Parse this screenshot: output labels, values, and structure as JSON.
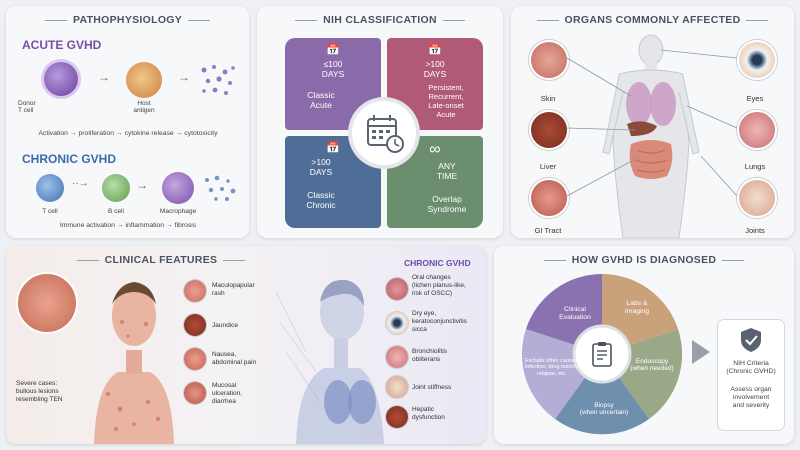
{
  "patho": {
    "title": "PATHOPHYSIOLOGY",
    "acute_title": "ACUTE GVHD",
    "donor_label": "Donor\nT cell",
    "host_label": "Host\nantigen",
    "acute_flow": "Activation → proliferation → cytokine release → cytotoxicity",
    "chronic_title": "CHRONIC GVHD",
    "tcell": "T cell",
    "bcell": "B cell",
    "macro": "Macrophage",
    "chronic_flow": "Immune activation → inflammation → fibrosis"
  },
  "nih": {
    "title": "NIH CLASSIFICATION",
    "q1_top": "≤100\nDAYS",
    "q1_bot": "Classic\nAcute",
    "q2_top": ">100\nDAYS",
    "q2_bot": "Persistent,\nRecurrent,\nLate-onset\nAcute",
    "q3_top": ">100\nDAYS",
    "q3_bot": "Classic\nChronic",
    "q4_top": "ANY\nTIME",
    "q4_bot": "Overlap\nSyndrome",
    "colors": {
      "q1": "#8a6aa8",
      "q2": "#b05a78",
      "q3": "#4f6e97",
      "q4": "#6a8e6e"
    }
  },
  "organs": {
    "title": "ORGANS COMMONLY AFFECTED",
    "skin": "Skin",
    "eyes": "Eyes",
    "liver": "Liver",
    "lungs": "Lungs",
    "gi": "GI Tract",
    "joints": "Joints"
  },
  "clinical": {
    "title": "CLINICAL FEATURES",
    "severe": "Severe cases:\nbullous lesions\nresembling TEN",
    "a1": "Maculopapular\nrash",
    "a2": "Jaundice",
    "a3": "Nausea,\nabdominal pain",
    "a4": "Mucosal\nulceration,\ndiarrhea",
    "chronic_title": "CHRONIC GVHD",
    "c1": "Oral changes\n(lichen planus-like,\nrisk of OSCC)",
    "c2": "Dry eye,\nkeratoconjunctivitis\nsicca",
    "c3": "Bronchiolitis\nobliterans",
    "c4": "Joint stiffness",
    "c5": "Hepatic\ndysfunction"
  },
  "diag": {
    "title": "HOW GVHD IS DIAGNOSED",
    "s1": "Clinical\nEvaluation",
    "s2": "Labs &\nImaging",
    "s3": "Endoscopy\n(when needed)",
    "s4": "Biopsy\n(when uncertain)",
    "s5": "Exclude other causes:\ninfection, drug toxicity,\nrelapse, etc.",
    "crit1": "NIH Criteria\n(Chronic GVHD)",
    "crit2": "Assess organ\ninvolvement\nand severity"
  }
}
